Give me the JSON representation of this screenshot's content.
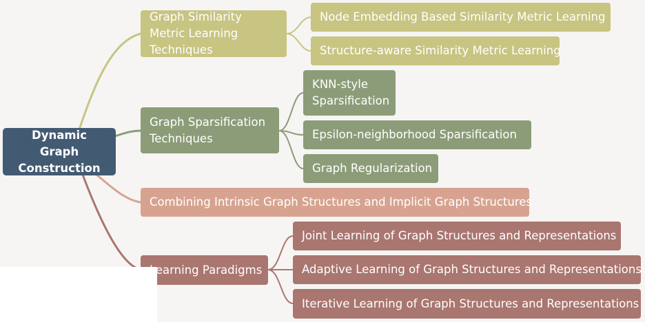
{
  "root": {
    "label": "Dynamic Graph Construction"
  },
  "branches": [
    {
      "label": "Graph Similarity Metric Learning Techniques",
      "color": "#c8c482",
      "children": [
        "Node Embedding Based Similarity Metric Learning",
        "Structure-aware Similarity Metric Learning"
      ]
    },
    {
      "label": "Graph Sparsification Techniques",
      "color": "#8c9c78",
      "children": [
        "KNN-style Sparsification",
        "Epsilon-neighborhood Sparsification",
        "Graph Regularization"
      ]
    },
    {
      "label": "Combining Intrinsic Graph Structures and Implicit Graph Structures",
      "color": "#d7a390",
      "children": []
    },
    {
      "label": "Learning Paradigms",
      "color": "#a97670",
      "children": [
        "Joint Learning of Graph Structures and Representations",
        "Adaptive Learning of Graph Structures and Representations",
        "Iterative Learning of Graph Structures and Representations"
      ]
    }
  ],
  "colors": {
    "root": "#435a73",
    "background": "#f6f5f3"
  }
}
